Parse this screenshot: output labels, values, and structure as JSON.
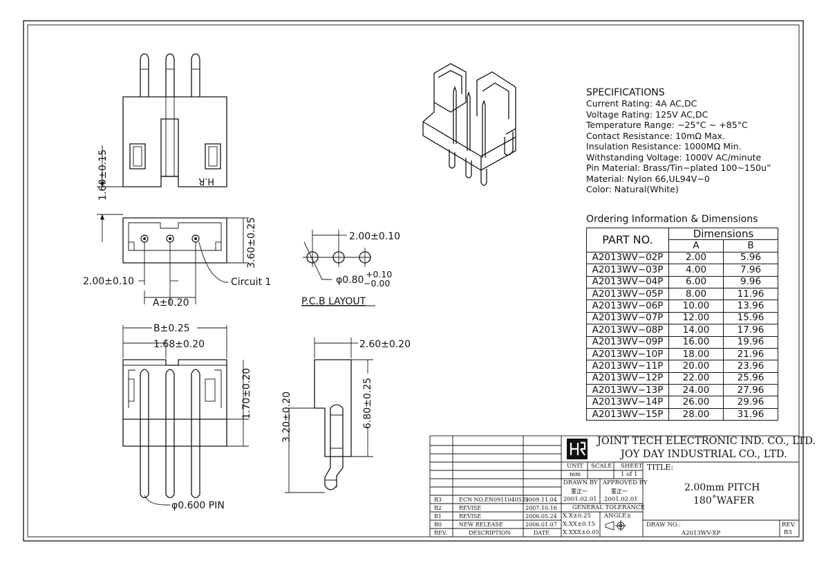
{
  "specifications": {
    "heading": "SPECIFICATIONS",
    "lines": [
      "Current Rating: 4A AC,DC",
      "Voltage Rating: 125V AC,DC",
      "Temperature Range: −25°C ~ +85°C",
      "Contact Resistance: 10mΩ Max.",
      "Insulation Resistance: 1000MΩ Min.",
      "Withstanding Voltage: 1000V AC/minute",
      "Pin Material: Brass/Tin−plated 100~150u”",
      "Material: Nylon 66,UL94V−0",
      "Color: Natural(White)"
    ]
  },
  "ordering": {
    "title": "Ordering Information & Dimensions",
    "header_part": "PART NO.",
    "header_dims": "Dimensions",
    "header_a": "A",
    "header_b": "B",
    "rows": [
      {
        "part": "A2013WV−02P",
        "a": "2.00",
        "b": "5.96"
      },
      {
        "part": "A2013WV−03P",
        "a": "4.00",
        "b": "7.96"
      },
      {
        "part": "A2013WV−04P",
        "a": "6.00",
        "b": "9.96"
      },
      {
        "part": "A2013WV−05P",
        "a": "8.00",
        "b": "11.96"
      },
      {
        "part": "A2013WV−06P",
        "a": "10.00",
        "b": "13.96"
      },
      {
        "part": "A2013WV−07P",
        "a": "12.00",
        "b": "15.96"
      },
      {
        "part": "A2013WV−08P",
        "a": "14.00",
        "b": "17.96"
      },
      {
        "part": "A2013WV−09P",
        "a": "16.00",
        "b": "19.96"
      },
      {
        "part": "A2013WV−10P",
        "a": "18.00",
        "b": "21.96"
      },
      {
        "part": "A2013WV−11P",
        "a": "20.00",
        "b": "23.96"
      },
      {
        "part": "A2013WV−12P",
        "a": "22.00",
        "b": "25.96"
      },
      {
        "part": "A2013WV−13P",
        "a": "24.00",
        "b": "27.96"
      },
      {
        "part": "A2013WV−14P",
        "a": "26.00",
        "b": "29.96"
      },
      {
        "part": "A2013WV−15P",
        "a": "28.00",
        "b": "31.96"
      }
    ]
  },
  "dimensions": {
    "height_1_60": "1.60±0.15",
    "depth_3_60": "3.60±0.25",
    "pitch_left": "2.00±0.10",
    "a_dim": "A±0.20",
    "circuit_label": "Circuit 1",
    "b_dim": "B±0.25",
    "offset_1_68": "1.68±0.20",
    "height_1_70": "1.70±0.20",
    "pin_diameter": "φ0.600 PIN",
    "side_2_60": "2.60±0.20",
    "side_3_20": "3.20±0.20",
    "side_6_80": "6.80±0.25",
    "pcb_pitch": "2.00±0.10",
    "pcb_hole": "φ0.80",
    "pcb_hole_tol_plus": "+0.10",
    "pcb_hole_tol_minus": "−0.00",
    "pcb_layout_label": "P.C.B LAYOUT",
    "hr_mark": "H.R"
  },
  "title_block": {
    "company_en": "JOINT TECH ELECTRONIC IND. CO., LTD.",
    "company_en2": "JOY DAY INDUSTRIAL CO., LTD.",
    "unit_label": "UNIT",
    "unit_value": "mm",
    "scale_label": "SCALE",
    "sheet_label": "SHEET",
    "sheet_value": "1 of 1",
    "title_label": "TITLE:",
    "title_line1": "2.00mm PITCH",
    "title_line2": "180˚WAFER",
    "drawn_by_label": "DRAWN BY",
    "drawn_by_name": "董正一",
    "drawn_date": "2001.02.01",
    "approved_by_label": "APPROVED BY",
    "approved_by_name": "董正一",
    "approved_date": "2001.02.01",
    "general_tolerance": "GENERAL TOLERANCE",
    "tol1": "X.X±0.25",
    "tol2": "X.XX±0.15",
    "tol3": "X.XXX±0.05",
    "angle_label": "ANGLE±",
    "draw_no_label": "DRAW NO.:",
    "draw_no": "A2013WV-XP",
    "rev_label": "REV.",
    "rev_value": "B3",
    "revisions": [
      {
        "rev": "B3",
        "desc": "ECN NO.EN0911040539",
        "date": "2009.11.04"
      },
      {
        "rev": "B2",
        "desc": "REVISE",
        "date": "2007.10.16"
      },
      {
        "rev": "B1",
        "desc": "REVISE",
        "date": "2006.05.24"
      },
      {
        "rev": "B0",
        "desc": "NEW RELEASE",
        "date": "2006.01.07"
      }
    ],
    "rev_header": "REV.",
    "desc_header": "DESCRIPTION",
    "date_header": "DATE"
  }
}
